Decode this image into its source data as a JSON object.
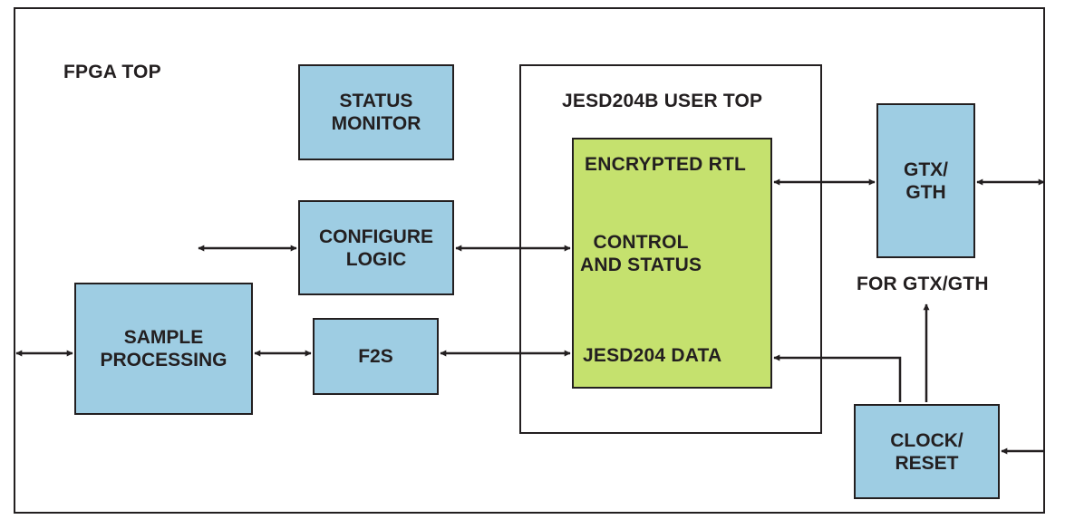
{
  "labels": {
    "fpga_top": "FPGA TOP",
    "user_top": "JESD204B USER TOP",
    "for_gtx": "FOR GTX/GTH"
  },
  "blocks": {
    "status_monitor": "STATUS\nMONITOR",
    "configure_logic": "CONFIGURE\nLOGIC",
    "sample_processing": "SAMPLE\nPROCESSING",
    "f2s": "F2S",
    "gtx_gth": "GTX/\nGTH",
    "clock_reset": "CLOCK/\nRESET"
  },
  "core": {
    "encrypted_rtl": "ENCRYPTED RTL",
    "control_status": "CONTROL\nAND STATUS",
    "jesd204_data": "JESD204 DATA"
  },
  "colors": {
    "block_fill": "#9ecde3",
    "core_fill": "#c5e16e",
    "line": "#231f20"
  }
}
